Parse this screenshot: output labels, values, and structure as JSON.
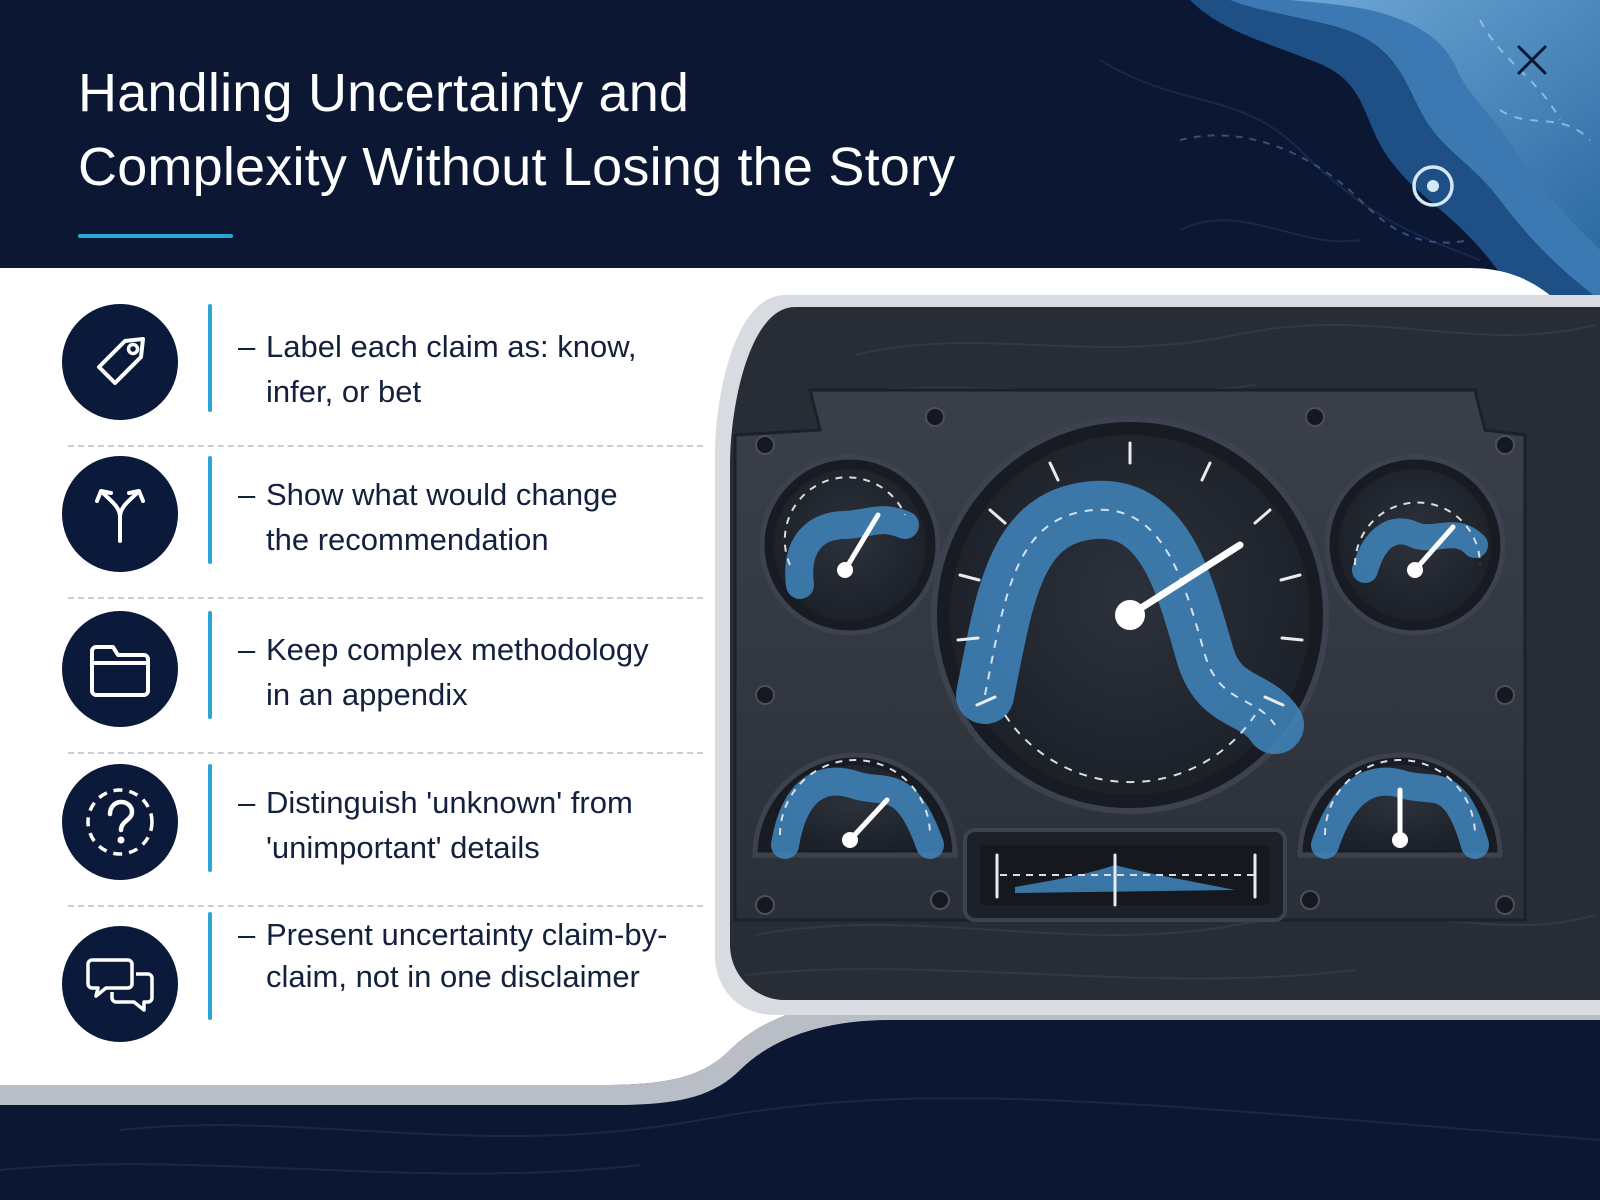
{
  "slide": {
    "title_line1": "Handling Uncertainty and",
    "title_line2": "Complexity  Without Losing the Story"
  },
  "controls": {
    "close_icon": "close-icon",
    "target_icon": "target-icon"
  },
  "items": [
    {
      "icon": "tag-icon",
      "dash": "–",
      "text": "Label each claim as: know, infer, or bet"
    },
    {
      "icon": "fork-arrows-icon",
      "dash": "–",
      "text": "Show what would change the recommendation"
    },
    {
      "icon": "folder-icon",
      "dash": "–",
      "text": "Keep complex methodology in an appendix"
    },
    {
      "icon": "question-icon",
      "dash": "–",
      "text": "Distinguish 'unknown' from 'unimportant' details"
    },
    {
      "icon": "chat-bubbles-icon",
      "dash": "–",
      "text": "Present uncertainty claim-by-claim, not in one disclaimer"
    }
  ],
  "colors": {
    "navy": "#0b1733",
    "accent": "#2aa5d6",
    "panel_dark": "#2a2f38",
    "gauge_blue": "#3f86bd",
    "text_dark": "#14213d"
  }
}
